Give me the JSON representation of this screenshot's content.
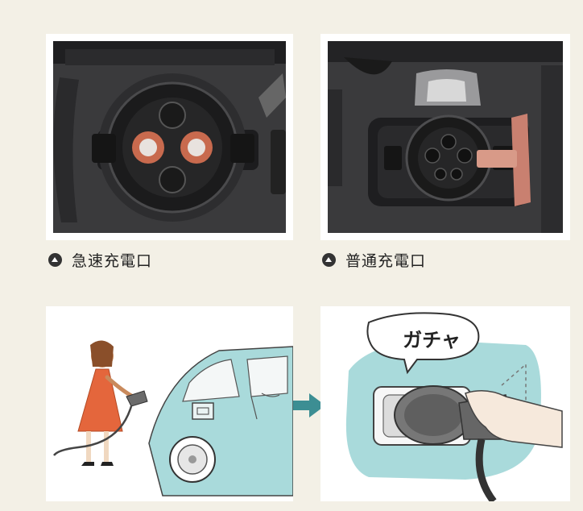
{
  "photos": [
    {
      "caption": "急速充電口",
      "icon": "triangle-bullet-icon"
    },
    {
      "caption": "普通充電口",
      "icon": "triangle-bullet-icon"
    }
  ],
  "illustration": {
    "sound_effect": "ガチャ"
  },
  "colors": {
    "background": "#f3f0e6",
    "car": "#a9dadb",
    "accent_arrow": "#3c8e93",
    "dress": "#e4663c",
    "port_orange": "#c86a4e"
  }
}
